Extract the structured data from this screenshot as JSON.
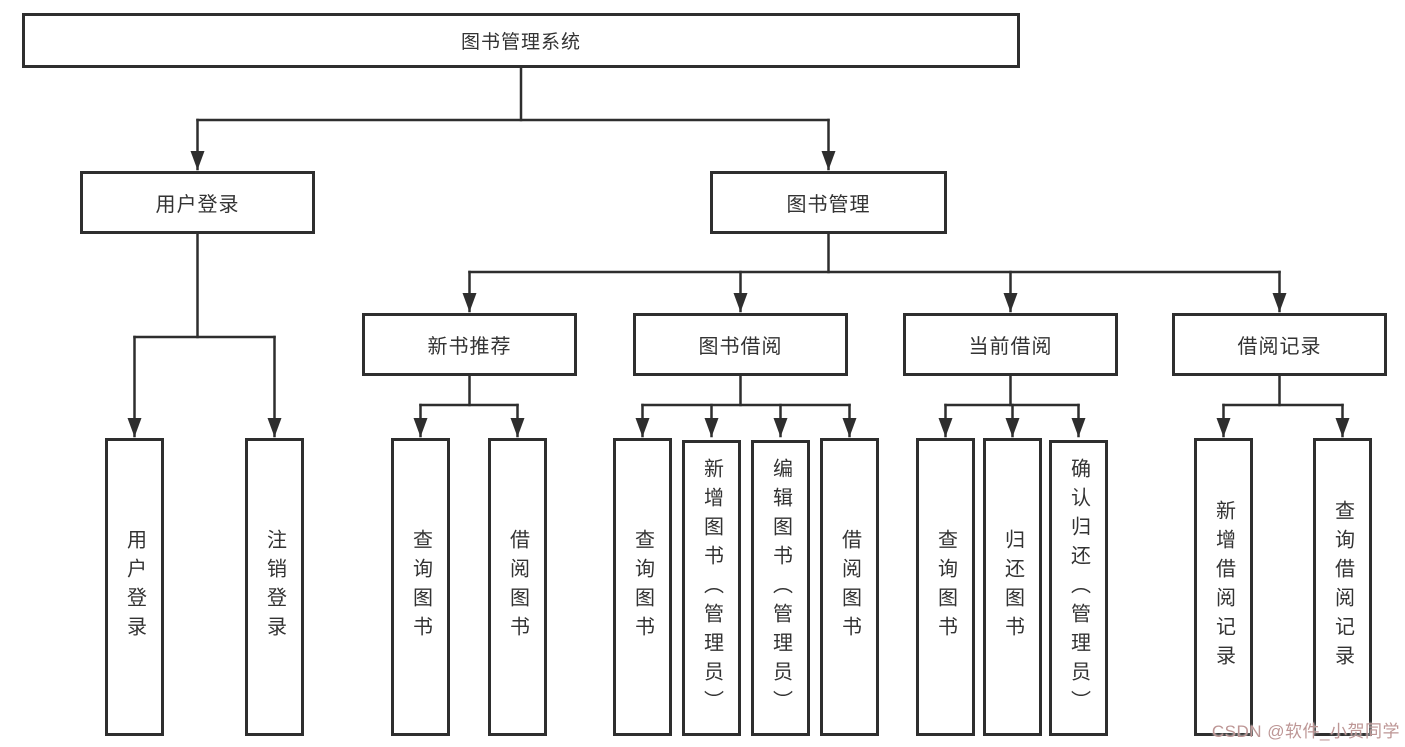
{
  "diagram": {
    "type": "tree",
    "root": {
      "label": "图书管理系统"
    },
    "branches": [
      {
        "label": "用户登录",
        "children": [
          {
            "label": "用户登录"
          },
          {
            "label": "注销登录"
          }
        ]
      },
      {
        "label": "图书管理",
        "children": [
          {
            "label": "新书推荐",
            "children": [
              {
                "label": "查询图书"
              },
              {
                "label": "借阅图书"
              }
            ]
          },
          {
            "label": "图书借阅",
            "children": [
              {
                "label": "查询图书"
              },
              {
                "label": "新增图书（管理员）"
              },
              {
                "label": "编辑图书（管理员）"
              },
              {
                "label": "借阅图书"
              }
            ]
          },
          {
            "label": "当前借阅",
            "children": [
              {
                "label": "查询图书"
              },
              {
                "label": "归还图书"
              },
              {
                "label": "确认归还（管理员）"
              }
            ]
          },
          {
            "label": "借阅记录",
            "children": [
              {
                "label": "新增借阅记录"
              },
              {
                "label": "查询借阅记录"
              }
            ]
          }
        ]
      }
    ]
  },
  "watermark": {
    "text": "CSDN @软件_小贺同学",
    "color": "#bd9695"
  },
  "colors": {
    "line": "#2e2e2e",
    "box_border": "#2e2e2e",
    "text": "#333333",
    "background": "#ffffff"
  }
}
